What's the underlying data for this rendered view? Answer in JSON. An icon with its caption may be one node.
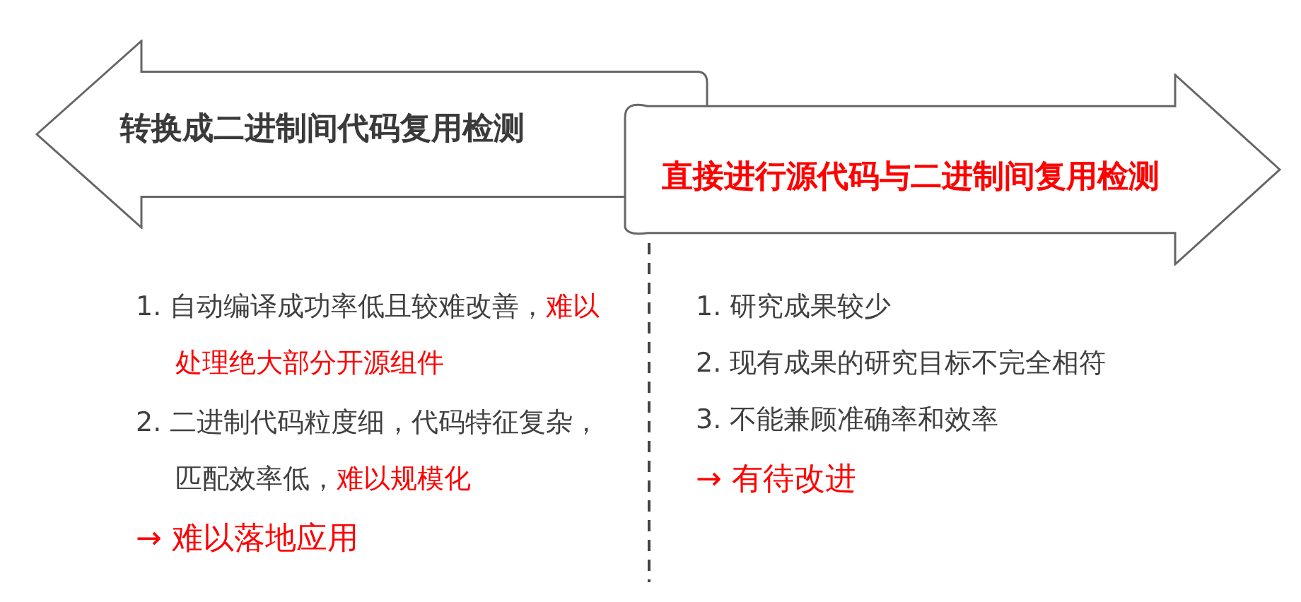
{
  "diagram": {
    "nodes": [
      {
        "text": [
          "转换成二进制间代码复用检测"
        ]
      },
      {
        "text": [
          "直接进行源代码与二进制间复用检测"
        ]
      }
    ],
    "labels": [
      "1. 自动编译成功率低且较难改善，",
      "难以处理绝大部分开源组件",
      "2. 二进制代码粒度细，代码特征复杂，匹配效率低，",
      "难以规模化",
      "→ 难以落地应用",
      "1. 研究成果较少",
      "2. 现有成果的研究目标不完全相符",
      "3. 不能兼顾准确率和效率",
      "→ 有待改进"
    ]
  }
}
